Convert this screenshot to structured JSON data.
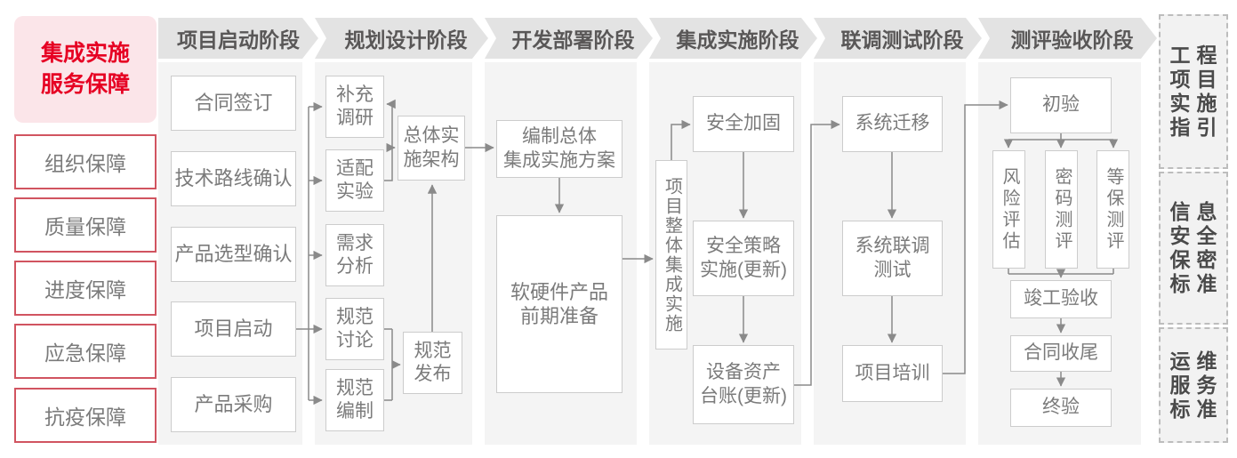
{
  "sidebar": {
    "title": "集成实施\n服务保障",
    "items": [
      "组织保障",
      "质量保障",
      "进度保障",
      "应急保障",
      "抗疫保障"
    ]
  },
  "phases": [
    {
      "label": "项目启动阶段",
      "boxes": [
        "合同签订",
        "技术路线确认",
        "产品选型确认",
        "项目启动",
        "产品采购"
      ]
    },
    {
      "label": "规划设计阶段",
      "boxes": [
        "补充\n调研",
        "适配\n实验",
        "需求\n分析",
        "规范\n讨论",
        "规范\n编制",
        "总体实\n施架构",
        "规范\n发布"
      ]
    },
    {
      "label": "开发部署阶段",
      "boxes": [
        "编制总体\n集成实施方案",
        "软硬件产品\n前期准备"
      ]
    },
    {
      "label": "集成实施阶段",
      "boxes": [
        "项目整体集成实施",
        "安全加固",
        "安全策略\n实施(更新)",
        "设备资产\n台账(更新)"
      ]
    },
    {
      "label": "联调测试阶段",
      "boxes": [
        "系统迁移",
        "系统联调\n测试",
        "项目培训"
      ]
    },
    {
      "label": "测评验收阶段",
      "boxes": [
        "初验",
        "风险评估",
        "密码测评",
        "等保测评",
        "竣工验收",
        "合同收尾",
        "终验"
      ]
    }
  ],
  "references": [
    "工程\n项目\n实施\n指引",
    "信息\n安全\n保密\n标准",
    "运维\n服务\n标准"
  ],
  "colors": {
    "accent_red": "#e60023",
    "pink_bg": "#fbe5e9",
    "red_border": "#d15460",
    "panel_bg": "#f4f4f4",
    "header_bg": "#e3e3e3",
    "box_border": "#cccccc",
    "box_text": "#7b7b7b",
    "header_text": "#595757",
    "line_gray": "#8a8a8a"
  }
}
